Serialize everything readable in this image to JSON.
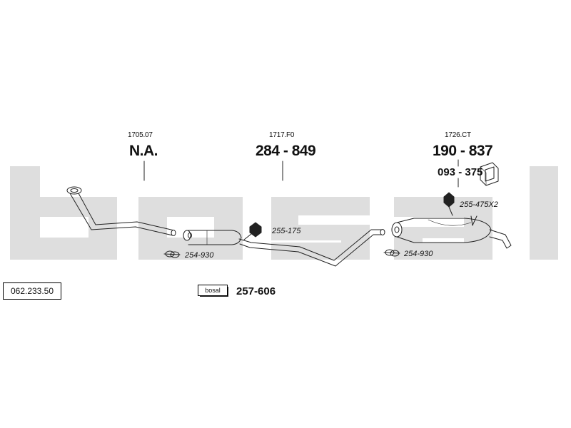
{
  "watermark": {
    "brand": "bosal"
  },
  "diagram_id": "062.233.50",
  "front_pipe": {
    "ref": "1705.07",
    "part": "N.A."
  },
  "middle_section": {
    "ref": "1717.F0",
    "part": "284 - 849"
  },
  "rear_silencer": {
    "ref": "1726.CT",
    "part": "190 - 837",
    "mount": "093 - 375"
  },
  "small_parts": {
    "gasket_front": "254-930",
    "clamp_middle": "255-175",
    "gasket_rear": "254-930",
    "clamp_rear": "255-475X2"
  },
  "fitting_kit": {
    "logo": "bosal",
    "part": "257-606"
  },
  "colors": {
    "watermark": "#dedede",
    "line": "#222222"
  }
}
